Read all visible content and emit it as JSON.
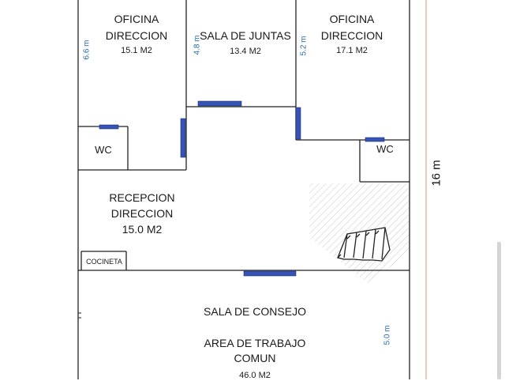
{
  "plan": {
    "colors": {
      "wall": "#222222",
      "door": "#3554b5",
      "dimension": "#2a6aa8",
      "hatch": "#bdbdbd",
      "measure_line": "#e8b89a",
      "scrollbar": "#d4d4d4"
    },
    "rooms": {
      "oficina_left": {
        "name_1": "OFICINA",
        "name_2": "DIRECCION",
        "area": "15.1 M2",
        "dimension": "6.6 m"
      },
      "sala_juntas": {
        "name": "SALA DE JUNTAS",
        "area": "13.4 M2",
        "dimension": "4.8 m"
      },
      "oficina_right": {
        "name_1": "OFICINA",
        "name_2": "DIRECCION",
        "area": "17.1 M2",
        "dimension": "5.2 m"
      },
      "wc_left": {
        "name": "WC"
      },
      "wc_right": {
        "name": "WC"
      },
      "recepcion": {
        "name_1": "RECEPCION",
        "name_2": "DIRECCION",
        "area": "15.0 M2"
      },
      "cocineta": {
        "name": "COCINETA"
      },
      "sala_consejo": {
        "name": "SALA DE CONSEJO"
      },
      "area_trabajo": {
        "name_1": "AREA DE TRABAJO",
        "name_2": "COMUN",
        "area": "46.0 M2",
        "dimension": "5.0 m"
      }
    },
    "total_dimension": "16 m"
  }
}
